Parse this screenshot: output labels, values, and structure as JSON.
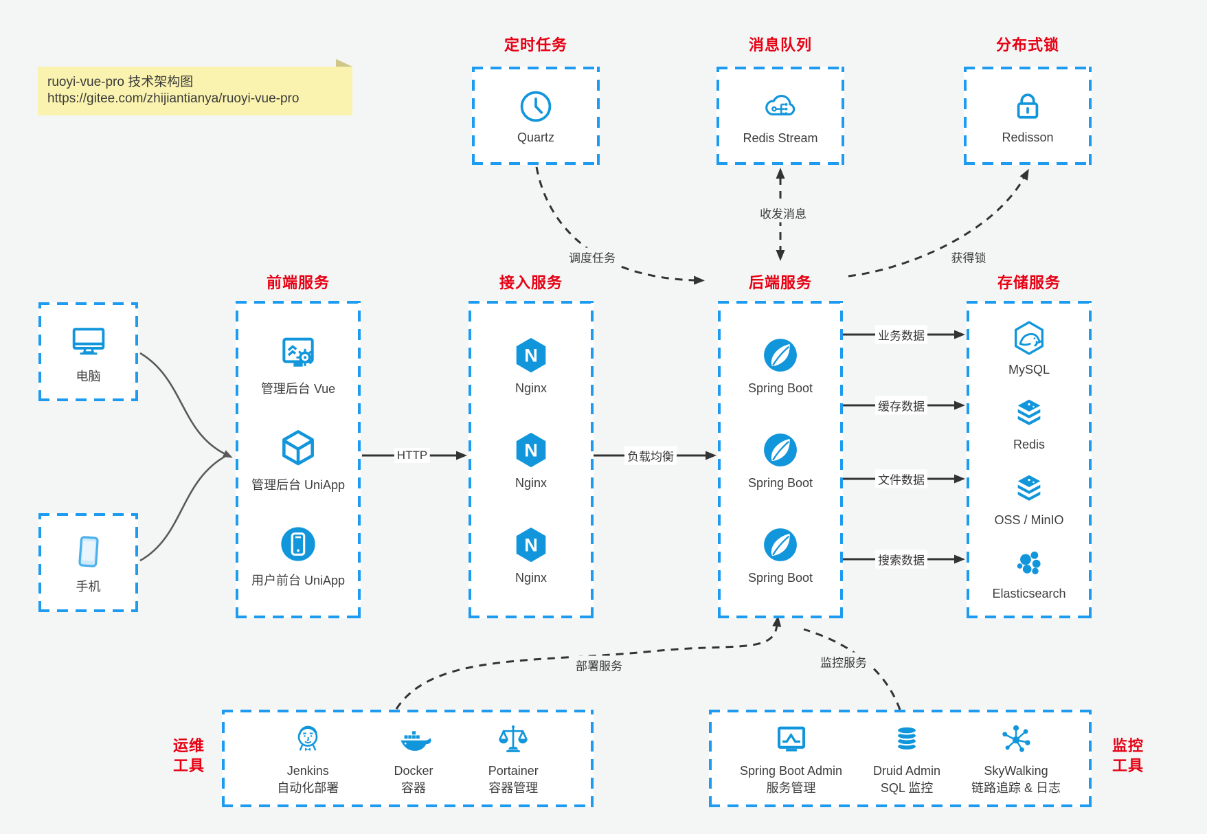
{
  "note": {
    "line1": "ruoyi-vue-pro 技术架构图",
    "line2": "https://gitee.com/zhijiantianya/ruoyi-vue-pro"
  },
  "colors": {
    "accent_blue": "#1296db",
    "border_blue": "#1d9bf0",
    "title_red": "#e60013",
    "arrow_dark": "#333333",
    "client_arrow_gray": "#595959",
    "note_bg": "#faf3af",
    "canvas_bg": "#f4f5f5"
  },
  "top_groups": [
    {
      "id": "scheduler",
      "title": "定时任务",
      "items": [
        {
          "label": "Quartz",
          "icon": "clock-icon"
        }
      ]
    },
    {
      "id": "message-queue",
      "title": "消息队列",
      "items": [
        {
          "label": "Redis Stream",
          "icon": "cloud-share-icon"
        }
      ]
    },
    {
      "id": "distributed-lock",
      "title": "分布式锁",
      "items": [
        {
          "label": "Redisson",
          "icon": "lock-icon"
        }
      ]
    }
  ],
  "clients": [
    {
      "label": "电脑",
      "icon": "desktop-icon"
    },
    {
      "label": "手机",
      "icon": "smartphone-icon"
    }
  ],
  "columns": [
    {
      "id": "frontend",
      "title": "前端服务",
      "items": [
        {
          "label": "管理后台 Vue",
          "icon": "admin-vue-icon"
        },
        {
          "label": "管理后台 UniApp",
          "icon": "uniapp-cube-icon"
        },
        {
          "label": "用户前台 UniApp",
          "icon": "user-app-icon"
        }
      ]
    },
    {
      "id": "gateway",
      "title": "接入服务",
      "items": [
        {
          "label": "Nginx",
          "icon": "nginx-icon"
        },
        {
          "label": "Nginx",
          "icon": "nginx-icon"
        },
        {
          "label": "Nginx",
          "icon": "nginx-icon"
        }
      ]
    },
    {
      "id": "backend",
      "title": "后端服务",
      "items": [
        {
          "label": "Spring Boot",
          "icon": "spring-boot-icon"
        },
        {
          "label": "Spring Boot",
          "icon": "spring-boot-icon"
        },
        {
          "label": "Spring Boot",
          "icon": "spring-boot-icon"
        }
      ]
    },
    {
      "id": "storage",
      "title": "存储服务",
      "items": [
        {
          "label": "MySQL",
          "icon": "mysql-icon"
        },
        {
          "label": "Redis",
          "icon": "layer-stack-icon"
        },
        {
          "label": "OSS / MinIO",
          "icon": "layer-stack-icon"
        },
        {
          "label": "Elasticsearch",
          "icon": "elasticsearch-icon"
        }
      ]
    }
  ],
  "bottom_groups": [
    {
      "id": "ops-tools",
      "side_label": [
        "运维",
        "工具"
      ],
      "items": [
        {
          "name": "Jenkins",
          "desc": "自动化部署",
          "icon": "jenkins-icon"
        },
        {
          "name": "Docker",
          "desc": "容器",
          "icon": "docker-icon"
        },
        {
          "name": "Portainer",
          "desc": "容器管理",
          "icon": "portainer-scales-icon"
        }
      ]
    },
    {
      "id": "monitor-tools",
      "side_label": [
        "监控",
        "工具"
      ],
      "items": [
        {
          "name": "Spring Boot Admin",
          "desc": "服务管理",
          "icon": "monitor-chart-icon"
        },
        {
          "name": "Druid Admin",
          "desc": "SQL 监控",
          "icon": "database-icon"
        },
        {
          "name": "SkyWalking",
          "desc": "链路追踪 & 日志",
          "icon": "skywalking-icon"
        }
      ]
    }
  ],
  "edges": {
    "http": "HTTP",
    "load_balance": "负载均衡",
    "business_data": "业务数据",
    "cache_data": "缓存数据",
    "file_data": "文件数据",
    "search_data": "搜索数据",
    "schedule": "调度任务",
    "message": "收发消息",
    "lock": "获得锁",
    "deploy": "部署服务",
    "monitor": "监控服务"
  }
}
